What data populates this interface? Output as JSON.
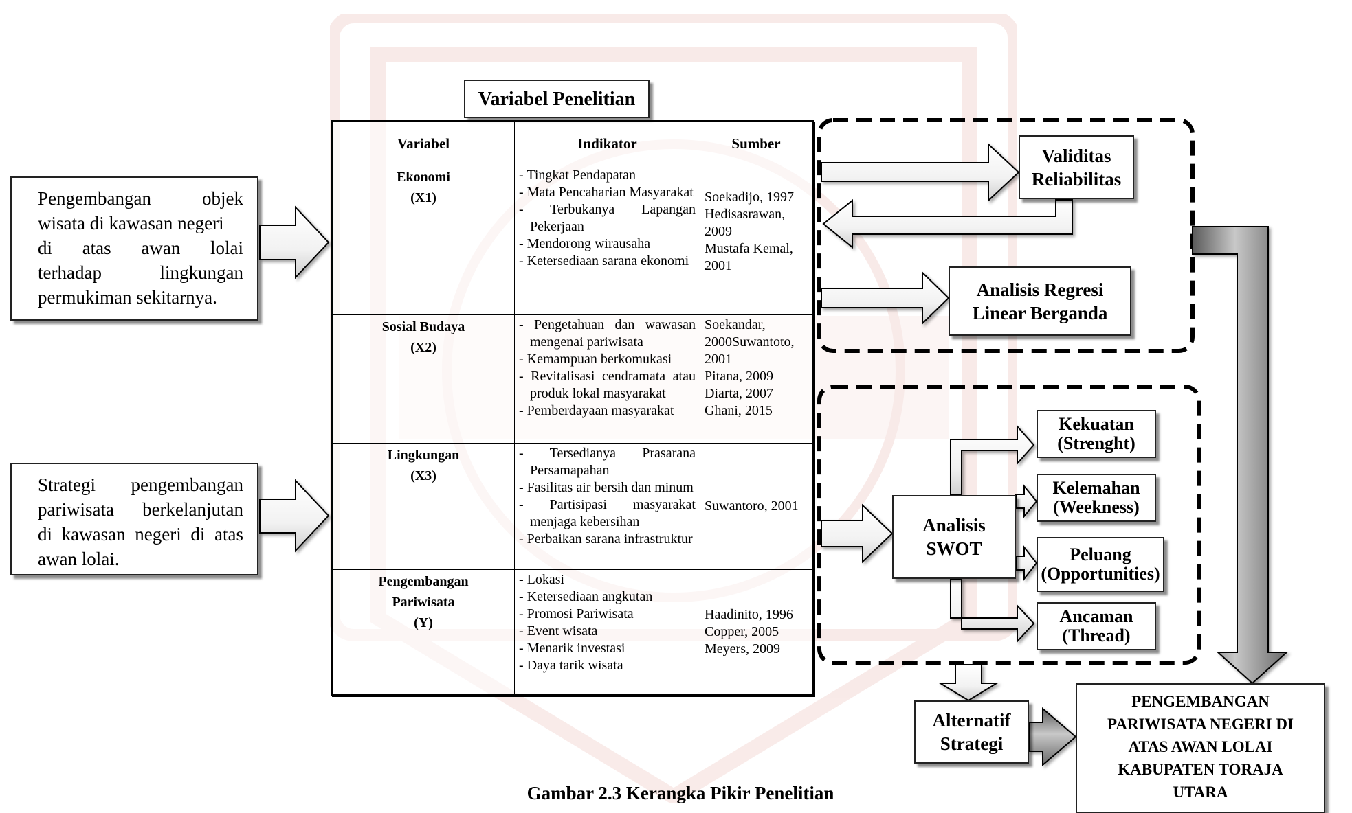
{
  "caption": "Gambar 2.3 Kerangka Pikir Penelitian",
  "input_boxes": [
    {
      "lines": [
        "Pengembangan objek",
        "wisata di kawasan negeri",
        "di atas awan lolai",
        "terhadap lingkungan",
        "permukiman sekitarnya."
      ]
    },
    {
      "lines": [
        "Strategi pengembangan",
        "pariwisata berkelanjutan",
        "di kawasan negeri di atas",
        "awan lolai."
      ]
    }
  ],
  "table_title": "Variabel Penelitian",
  "table": {
    "headers": [
      "Variabel",
      "Indikator",
      "Sumber"
    ],
    "rows": [
      {
        "var_lines": [
          "Ekonomi",
          "(X1)"
        ],
        "indicators": [
          "Tingkat Pendapatan",
          "Mata Pencaharian Masyarakat",
          "Terbukanya Lapangan Pekerjaan",
          "Mendorong wirausaha",
          "Ketersediaan sarana ekonomi"
        ],
        "sources": [
          "Soekadijo, 1997",
          "Hedisasrawan, 2009",
          "Mustafa Kemal, 2001"
        ]
      },
      {
        "var_lines": [
          "Sosial Budaya",
          "(X2)"
        ],
        "indicators": [
          "Pengetahuan dan wawasan mengenai pariwisata",
          "Kemampuan berkomukasi",
          "Revitalisasi cendramata atau produk lokal masyarakat",
          "Pemberdayaan masyarakat"
        ],
        "sources": [
          "Soekandar, 2000Suwantoto, 2001",
          "Pitana, 2009",
          "Diarta, 2007",
          "Ghani, 2015"
        ]
      },
      {
        "var_lines": [
          "Lingkungan",
          "(X3)"
        ],
        "indicators": [
          "Tersedianya Prasarana Persamapahan",
          "Fasilitas air bersih dan minum",
          "Partisipasi masyarakat menjaga kebersihan",
          "Perbaikan sarana infrastruktur"
        ],
        "sources": [
          "Suwantoro, 2001"
        ]
      },
      {
        "var_lines": [
          "Pengembangan",
          "Pariwisata",
          "(Y)"
        ],
        "indicators": [
          "Lokasi",
          "Ketersediaan angkutan",
          "Promosi Pariwisata",
          "Event wisata",
          "Menarik investasi",
          "Daya tarik wisata"
        ],
        "sources": [
          "Haadinito, 1996",
          "Copper, 2005",
          "Meyers, 2009"
        ]
      }
    ]
  },
  "validity_box": [
    "Validitas",
    "Reliabilitas"
  ],
  "regression_box": [
    "Analisis Regresi",
    "Linear Berganda"
  ],
  "swot_box": [
    "Analisis",
    "SWOT"
  ],
  "swot_items": [
    [
      "Kekuatan",
      "(Strenght)"
    ],
    [
      "Kelemahan",
      "(Weekness)"
    ],
    [
      "Peluang",
      "(Opportunities)"
    ],
    [
      "Ancaman",
      "(Thread)"
    ]
  ],
  "alternative_box": [
    "Alternatif",
    "Strategi"
  ],
  "final_box": [
    "PENGEMBANGAN",
    "PARIWISATA NEGERI DI",
    "ATAS AWAN LOLAI",
    "KABUPATEN TORAJA",
    "UTARA"
  ],
  "colors": {
    "arrow_light": "#ffffff",
    "arrow_dark": "#8a8a8a",
    "border": "#000000"
  }
}
